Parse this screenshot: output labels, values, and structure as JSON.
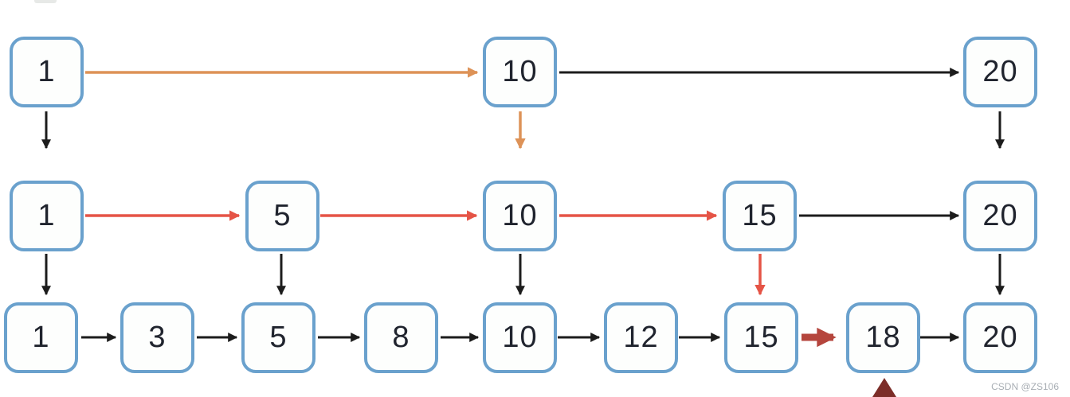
{
  "diagram": {
    "type": "skip-list",
    "description": "Three-level skip list search/insert illustration",
    "levels": [
      {
        "name": "level-2-top",
        "nodes": [
          "1",
          "10",
          "20"
        ]
      },
      {
        "name": "level-1-middle",
        "nodes": [
          "1",
          "5",
          "10",
          "15",
          "20"
        ]
      },
      {
        "name": "level-0-bottom",
        "nodes": [
          "1",
          "3",
          "5",
          "8",
          "10",
          "12",
          "15",
          "18",
          "20"
        ]
      }
    ],
    "edges": [
      {
        "level": "top",
        "from": "1",
        "to": "10",
        "color": "orange",
        "style": "search-path"
      },
      {
        "level": "top",
        "from": "10",
        "to": "20",
        "color": "black",
        "style": "normal"
      },
      {
        "level": "top",
        "from": "1",
        "to": "1",
        "direction": "down",
        "color": "black"
      },
      {
        "level": "top",
        "from": "10",
        "to": "10",
        "direction": "down",
        "color": "orange"
      },
      {
        "level": "top",
        "from": "20",
        "to": "20",
        "direction": "down",
        "color": "black"
      },
      {
        "level": "middle",
        "from": "1",
        "to": "5",
        "color": "red",
        "style": "search-path"
      },
      {
        "level": "middle",
        "from": "5",
        "to": "10",
        "color": "red",
        "style": "search-path"
      },
      {
        "level": "middle",
        "from": "10",
        "to": "15",
        "color": "red",
        "style": "search-path"
      },
      {
        "level": "middle",
        "from": "15",
        "to": "20",
        "color": "black",
        "style": "normal"
      },
      {
        "level": "middle",
        "from": "1",
        "to": "1",
        "direction": "down",
        "color": "black"
      },
      {
        "level": "middle",
        "from": "5",
        "to": "5",
        "direction": "down",
        "color": "black"
      },
      {
        "level": "middle",
        "from": "10",
        "to": "10",
        "direction": "down",
        "color": "black"
      },
      {
        "level": "middle",
        "from": "15",
        "to": "15",
        "direction": "down",
        "color": "red"
      },
      {
        "level": "middle",
        "from": "20",
        "to": "20",
        "direction": "down",
        "color": "black"
      },
      {
        "level": "bottom",
        "from": "1",
        "to": "3",
        "color": "black",
        "style": "normal"
      },
      {
        "level": "bottom",
        "from": "3",
        "to": "5",
        "color": "black",
        "style": "normal"
      },
      {
        "level": "bottom",
        "from": "5",
        "to": "8",
        "color": "black",
        "style": "normal"
      },
      {
        "level": "bottom",
        "from": "8",
        "to": "10",
        "color": "black",
        "style": "normal"
      },
      {
        "level": "bottom",
        "from": "10",
        "to": "12",
        "color": "black",
        "style": "normal"
      },
      {
        "level": "bottom",
        "from": "12",
        "to": "15",
        "color": "black",
        "style": "normal"
      },
      {
        "level": "bottom",
        "from": "15",
        "to": "18",
        "color": "brick-red",
        "style": "highlight-thick"
      },
      {
        "level": "bottom",
        "from": "18",
        "to": "20",
        "color": "black",
        "style": "normal"
      }
    ],
    "colors": {
      "node_border": "#6aa1cd",
      "node_background": "#fdfefd",
      "node_text": "#20242e",
      "arrow_black": "#1c1c1c",
      "arrow_orange": "#dd9257",
      "arrow_red": "#e55446",
      "arrow_brick_red": "#b5453d",
      "partial_pointer_maroon": "#7c2d28",
      "background": "#ffffff"
    },
    "annotations": {
      "partial_pointer": "dark maroon arrowhead cut off at bottom edge below node 18"
    }
  },
  "watermark": "CSDN @ZS106"
}
